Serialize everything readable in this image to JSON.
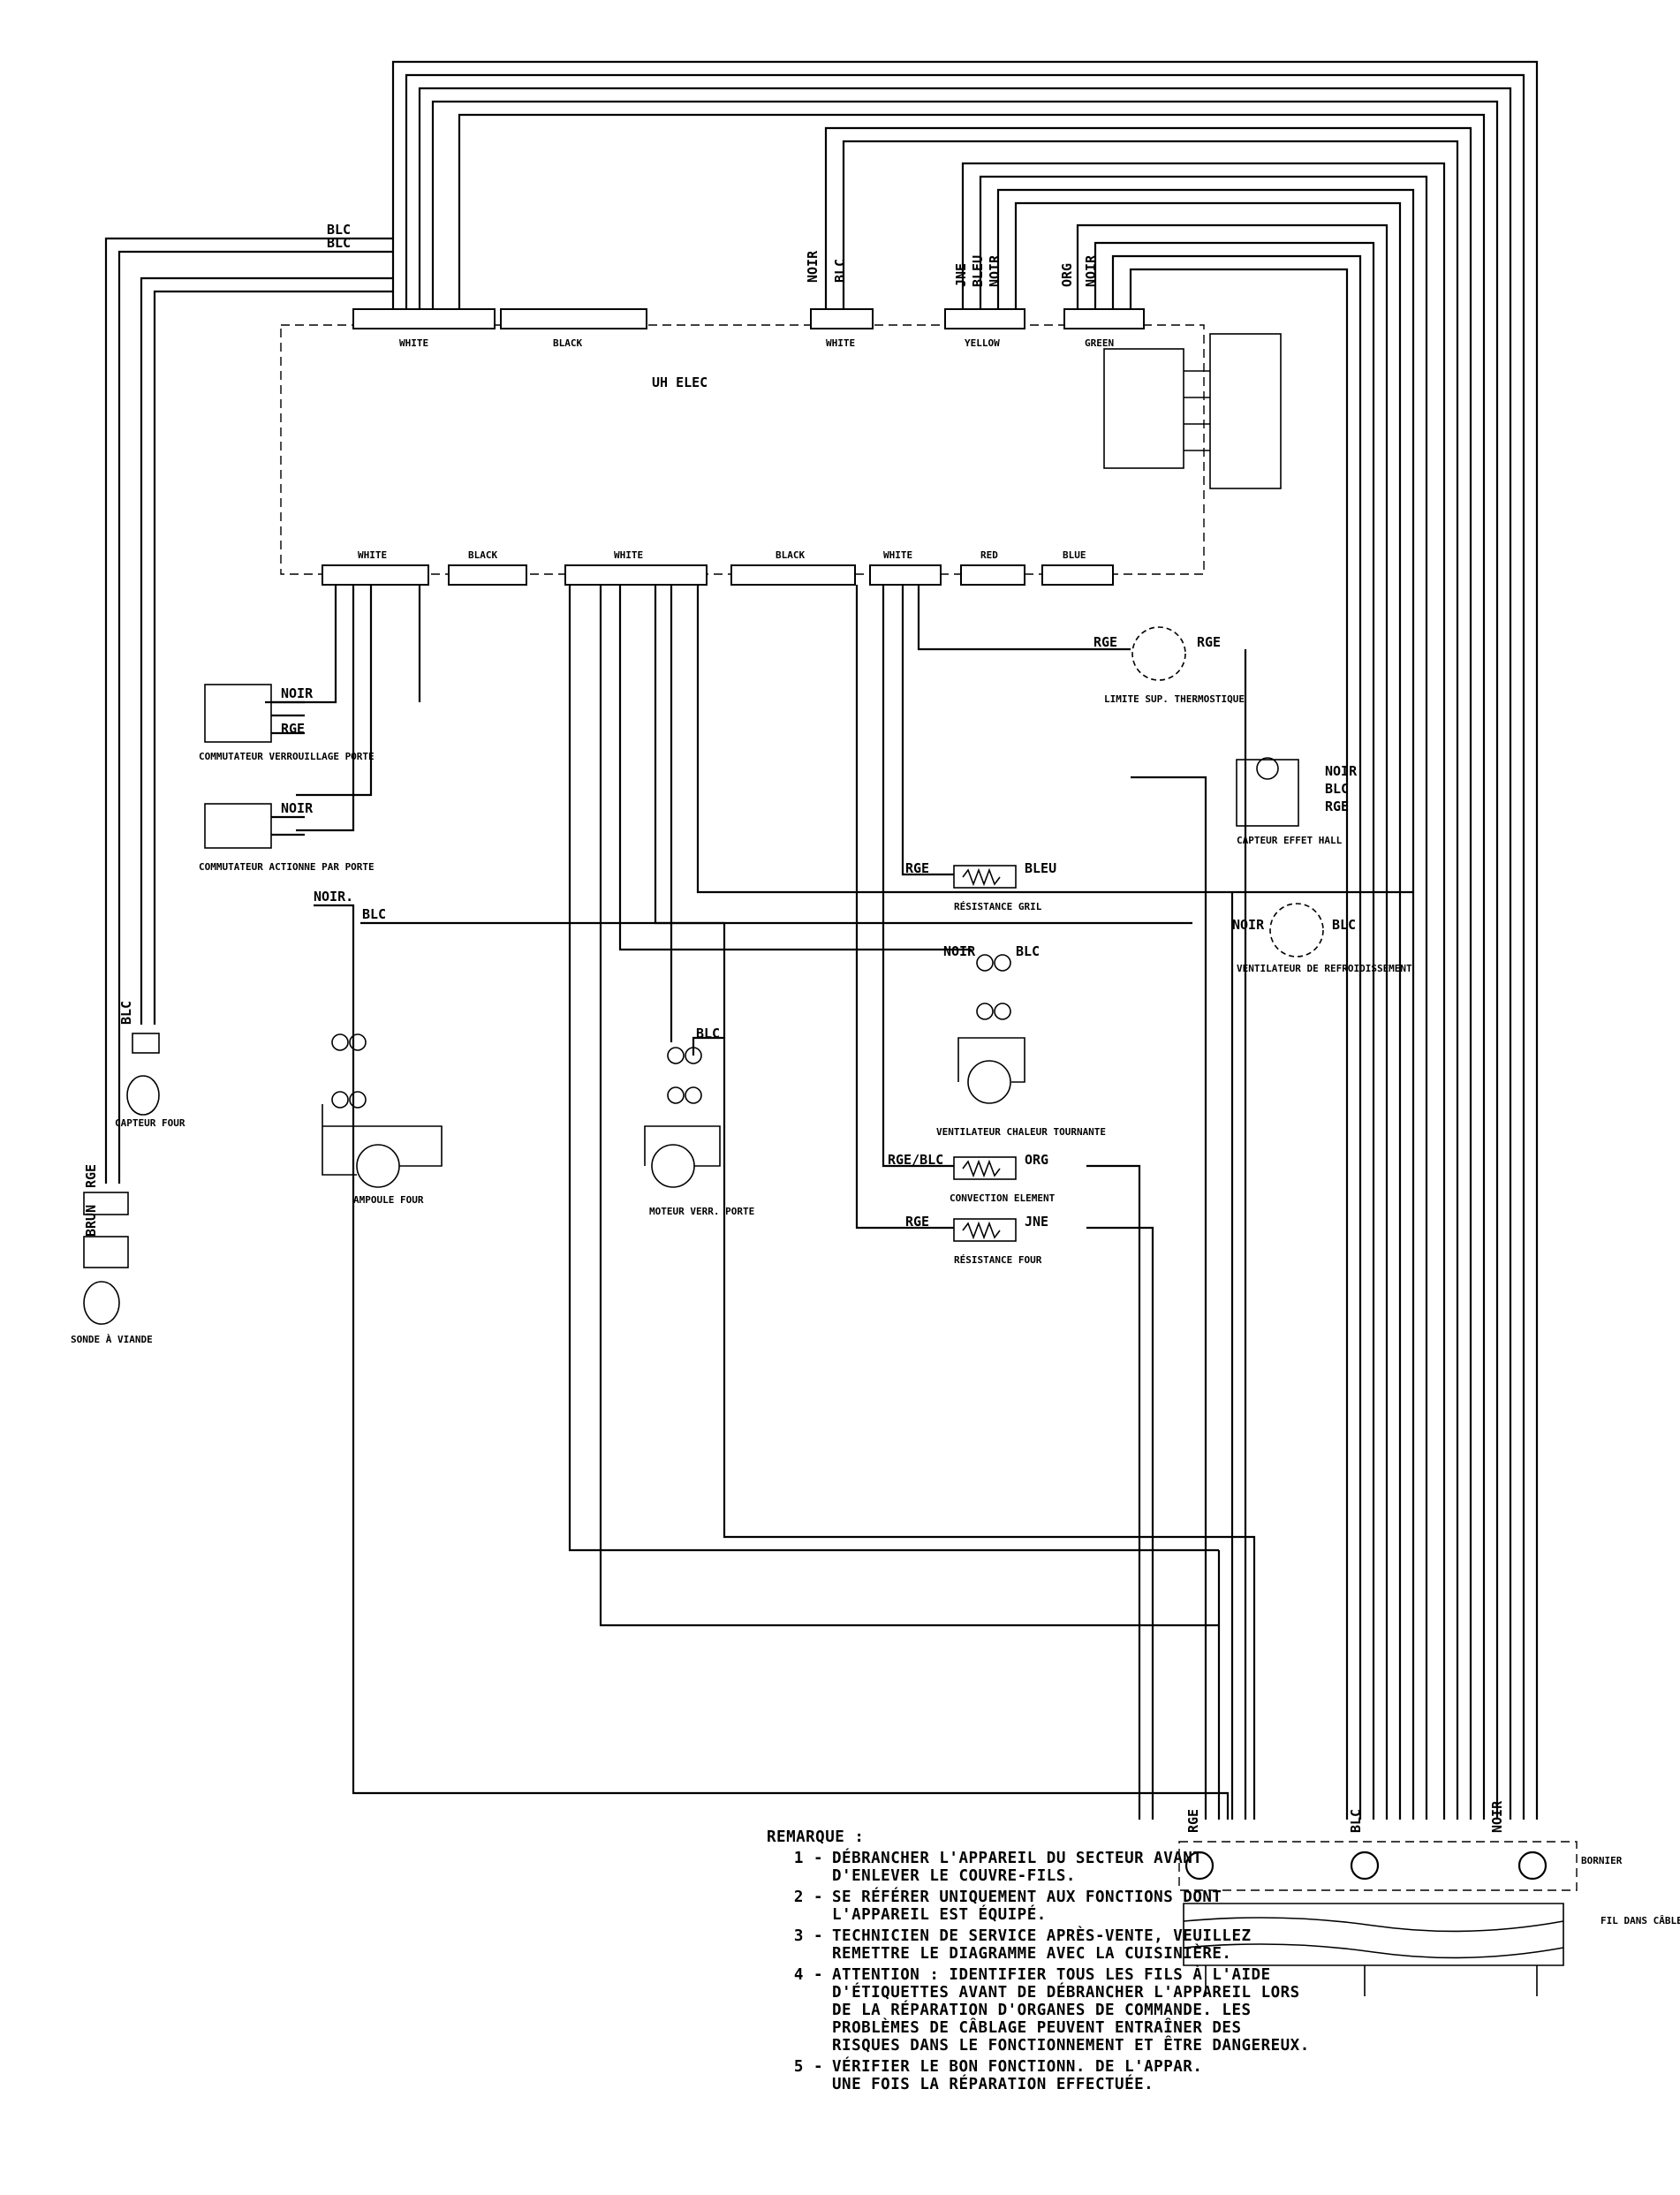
{
  "board": {
    "title": "UH ELEC"
  },
  "wires": {
    "blc": "BLC",
    "noir": "NOIR",
    "rge": "RGE",
    "jne": "JNE",
    "bleu": "BLEU",
    "org": "ORG",
    "rge_blc": "RGE/BLC",
    "brun": "BRUN",
    "noir_r": "NOIR."
  },
  "connectors": {
    "p_top_1": "WHITE",
    "p_top_2": "BLACK",
    "p_top_3": "WHITE",
    "p_top_4": "YELLOW",
    "p_top_5": "GREEN",
    "p_bot_1": "WHITE",
    "p_bot_2": "BLACK",
    "p_bot_3": "WHITE",
    "p_bot_4": "BLACK",
    "p_bot_5": "WHITE",
    "p_bot_6": "RED",
    "p_bot_7": "BLUE"
  },
  "components": {
    "commutateur_verrou": "COMMUTATEUR VERROUILLAGE PORTE",
    "commutateur_porte": "COMMUTATEUR ACTIONNE PAR PORTE",
    "capteur_four": "CAPTEUR FOUR",
    "sonde": "SONDE À VIANDE",
    "ampoule": "AMPOULE FOUR",
    "moteur": "MOTEUR VERR. PORTE",
    "limite": "LIMITE SUP. THERMOSTIQUE",
    "capteur_hall": "CAPTEUR EFFET HALL",
    "resistance_gril": "RÉSISTANCE GRIL",
    "ventilateur_ref": "VENTILATEUR DE REFROIDISSEMENT",
    "ventilateur_chal": "VENTILATEUR CHALEUR TOURNANTE",
    "convection": "CONVECTION ELEMENT",
    "resistance_four": "RÉSISTANCE FOUR",
    "bornier": "BORNIER",
    "fil_cable": "FIL DANS CÂBLE BX"
  },
  "notes": {
    "heading": "REMARQUE :",
    "items": [
      {
        "num": "1",
        "text": "DÉBRANCHER L'APPAREIL DU SECTEUR AVANT\nD'ENLEVER LE COUVRE-FILS."
      },
      {
        "num": "2",
        "text": "SE RÉFÉRER UNIQUEMENT AUX FONCTIONS DONT\nL'APPAREIL EST ÉQUIPÉ."
      },
      {
        "num": "3",
        "text": "TECHNICIEN DE SERVICE APRÈS-VENTE, VEUILLEZ\nREMETTRE LE DIAGRAMME AVEC LA CUISINIÈRE."
      },
      {
        "num": "4",
        "text": "ATTENTION : IDENTIFIER TOUS LES FILS À L'AIDE\nD'ÉTIQUETTES AVANT DE DÉBRANCHER L'APPAREIL LORS\nDE LA RÉPARATION D'ORGANES DE COMMANDE. LES\nPROBLÈMES DE CÂBLAGE PEUVENT ENTRAÎNER DES\nRISQUES DANS LE FONCTIONNEMENT ET ÊTRE DANGEREUX."
      },
      {
        "num": "5",
        "text": "VÉRIFIER LE BON FONCTIONN. DE L'APPAR.\nUNE FOIS LA RÉPARATION EFFECTUÉE."
      }
    ]
  }
}
